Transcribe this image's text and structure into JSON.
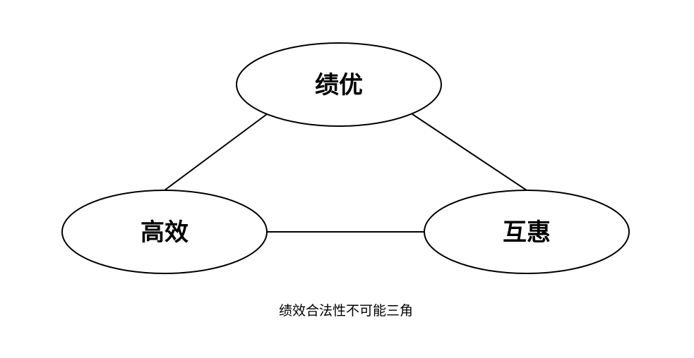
{
  "diagram": {
    "nodes": {
      "top": {
        "label": "绩优"
      },
      "left": {
        "label": "高效"
      },
      "right": {
        "label": "互惠"
      }
    },
    "caption": "绩效合法性不可能三角"
  }
}
